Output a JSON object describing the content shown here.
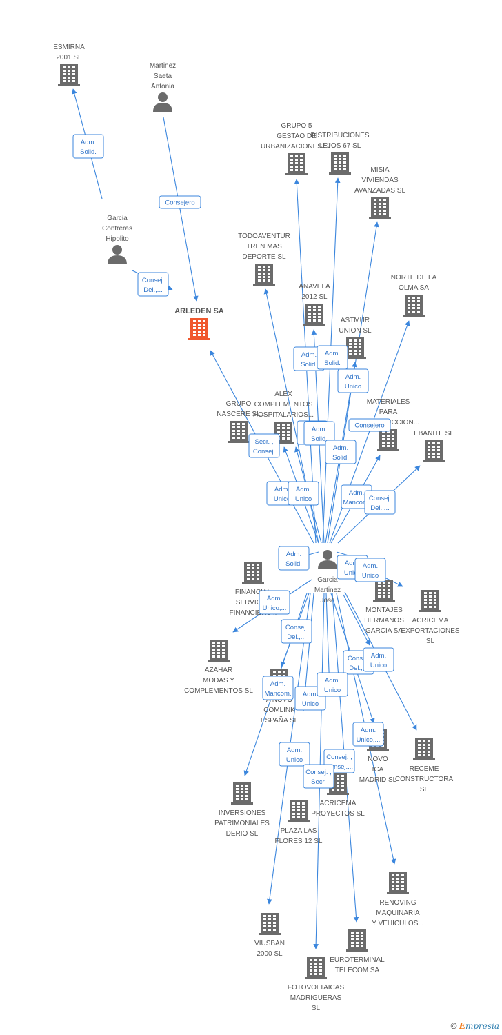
{
  "colors": {
    "edge": "#3b86dd",
    "company": "#6b6b6b",
    "person": "#6b6b6b",
    "focus": "#f0582e",
    "label_bg": "#ffffff"
  },
  "nodes": [
    {
      "id": "esmirna",
      "type": "company",
      "label": [
        "ESMIRNA",
        "2001 SL"
      ]
    },
    {
      "id": "saeta",
      "type": "person",
      "label": [
        "Martinez",
        "Saeta",
        "Antonia"
      ]
    },
    {
      "id": "contreras",
      "type": "person",
      "label": [
        "Garcia",
        "Contreras",
        "Hipolito"
      ]
    },
    {
      "id": "arleden",
      "type": "focus",
      "label": [
        "ARLEDEN SA"
      ]
    },
    {
      "id": "grupo5",
      "type": "company",
      "label": [
        "GRUPO 5",
        "GESTAO DE",
        "URBANIZACIONES SL"
      ]
    },
    {
      "id": "distrib",
      "type": "company",
      "label": [
        "DISTRIBUCIONES",
        "LEJOS 67 SL"
      ]
    },
    {
      "id": "misia",
      "type": "company",
      "label": [
        "MISIA",
        "VIVIENDAS",
        "AVANZADAS SL"
      ]
    },
    {
      "id": "todoav",
      "type": "company",
      "label": [
        "TODOAVENTUR",
        "TREN MAS",
        "DEPORTE SL"
      ]
    },
    {
      "id": "anavela",
      "type": "company",
      "label": [
        "ANAVELA",
        "2012 SL"
      ]
    },
    {
      "id": "norte",
      "type": "company",
      "label": [
        "NORTE DE LA",
        "OLMA SA"
      ]
    },
    {
      "id": "astmur",
      "type": "company",
      "label": [
        "ASTMUR",
        "UNION SL"
      ]
    },
    {
      "id": "nascere",
      "type": "company",
      "label": [
        "GRUPO",
        "NASCERE SL"
      ]
    },
    {
      "id": "alex",
      "type": "company",
      "label": [
        "ALEX",
        "COMPLEMENTOS",
        "HOSPITALARIOS..."
      ]
    },
    {
      "id": "materiales",
      "type": "company",
      "label": [
        "MATERIALES",
        "PARA",
        "CONSTRUCCION..."
      ]
    },
    {
      "id": "ebanite",
      "type": "company",
      "label": [
        "EBANITE SL"
      ]
    },
    {
      "id": "jose",
      "type": "person",
      "label": [
        "Garcia",
        "Martinez",
        "Jose"
      ]
    },
    {
      "id": "financial",
      "type": "company",
      "label": [
        "FINANCIAL",
        "SERVICES",
        "FINANCIERS..."
      ]
    },
    {
      "id": "montajes",
      "type": "company",
      "label": [
        "MONTAJES",
        "HERMANOS",
        "GARCIA SA"
      ]
    },
    {
      "id": "acricemaexp",
      "type": "company",
      "label": [
        "ACRICEMA",
        "EXPORTACIONES",
        "SL"
      ]
    },
    {
      "id": "azahar",
      "type": "company",
      "label": [
        "AZAHAR",
        "MODAS Y",
        "COMPLEMENTOS SL"
      ]
    },
    {
      "id": "comlink",
      "type": "company",
      "label": [
        "A NOVO",
        "COMLINK",
        "ESPAÑA SL"
      ]
    },
    {
      "id": "novomadrid",
      "type": "company",
      "label": [
        "NOVO",
        "ICA",
        "MADRID SL"
      ]
    },
    {
      "id": "receme",
      "type": "company",
      "label": [
        "RECEME",
        "CONSTRUCTORA",
        "SL"
      ]
    },
    {
      "id": "inversiones",
      "type": "company",
      "label": [
        "INVERSIONES",
        "PATRIMONIALES",
        "DERIO SL"
      ]
    },
    {
      "id": "plaza",
      "type": "company",
      "label": [
        "PLAZA LAS",
        "FLORES 12 SL"
      ]
    },
    {
      "id": "acricemaproy",
      "type": "company",
      "label": [
        "ACRICEMA",
        "PROYECTOS SL"
      ]
    },
    {
      "id": "renoving",
      "type": "company",
      "label": [
        "RENOVING",
        "MAQUINARIA",
        "Y VEHICULOS..."
      ]
    },
    {
      "id": "viusban",
      "type": "company",
      "label": [
        "VIUSBAN",
        "2000 SL"
      ]
    },
    {
      "id": "euroterminal",
      "type": "company",
      "label": [
        "EUROTERMINAL",
        "TELECOM SA"
      ]
    },
    {
      "id": "fotovoltaicas",
      "type": "company",
      "label": [
        "FOTOVOLTAICAS",
        "MADRIGUERAS",
        "SL"
      ]
    }
  ],
  "edge_labels": [
    [
      "Adm.",
      "Solid."
    ],
    [
      "Consejero"
    ],
    [
      "Consej.",
      "Del.,..."
    ],
    [
      "Adm.",
      "Solid."
    ],
    [
      "Adm.",
      "Solid."
    ],
    [
      "Adm.",
      "Unico"
    ],
    [
      "Adm.",
      "Unico"
    ],
    [
      "Consejero"
    ],
    [
      "Secr. ,",
      "Consej."
    ],
    [
      "Adm.",
      "Solid."
    ],
    [
      "Adm.",
      "Solid."
    ],
    [
      "Adm.",
      "Unico"
    ],
    [
      "Adm.",
      "Unico"
    ],
    [
      "Adm.",
      "Mancom."
    ],
    [
      "Consej.",
      "Del.,..."
    ],
    [
      "Adm.",
      "Solid."
    ],
    [
      "Adm.",
      "Unico"
    ],
    [
      "Adm.",
      "Unico"
    ],
    [
      "Adm.",
      "Unico,..."
    ],
    [
      "Consej.",
      "Del.,..."
    ],
    [
      "Consej.",
      "Del.,..."
    ],
    [
      "Adm.",
      "Unico"
    ],
    [
      "Adm.",
      "Mancom."
    ],
    [
      "Adm.",
      "Unico"
    ],
    [
      "Adm.",
      "Unico"
    ],
    [
      "Adm.",
      "Unico,..."
    ],
    [
      "Adm.",
      "Unico"
    ],
    [
      "Consej. ,",
      "Consej...."
    ],
    [
      "Consej. ,",
      "Secr."
    ]
  ],
  "footer": {
    "copyright": "©",
    "brand_initial": "E",
    "brand_rest": "mpresia"
  }
}
